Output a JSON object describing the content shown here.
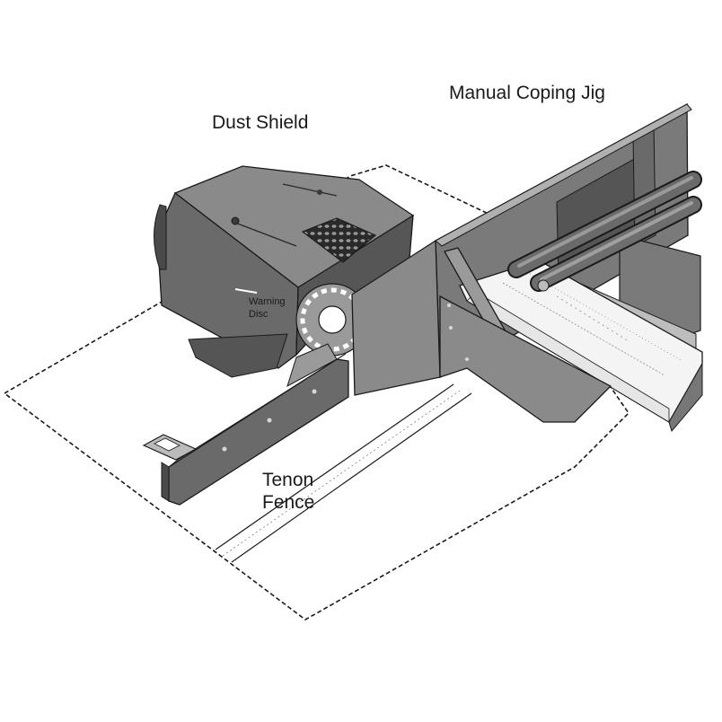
{
  "labels": {
    "dust_shield": "Dust Shield",
    "manual_coping_jig": "Manual Coping Jig",
    "warning_disc_line1": "Warning",
    "warning_disc_line2": "Disc",
    "tenon_fence_line1": "Tenon",
    "tenon_fence_line2": "Fence"
  },
  "colors": {
    "metal_dark": "#5c5c5c",
    "metal_mid": "#7a7a7a",
    "metal_light": "#a0a0a0",
    "outline": "#1a1a1a"
  }
}
